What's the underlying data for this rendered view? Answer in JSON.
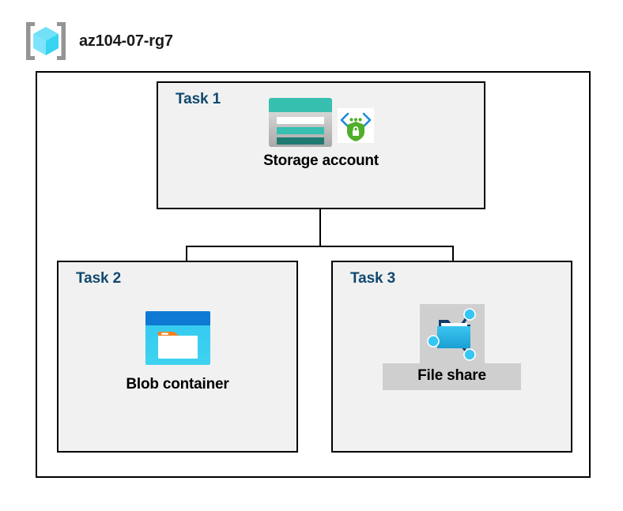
{
  "header": {
    "icon": "resource-group-icon",
    "title": "az104-07-rg7"
  },
  "diagram": {
    "container_label": "resource-group-boundary",
    "tasks": [
      {
        "id": "task-1",
        "label": "Task 1",
        "node_label": "Storage account",
        "icons": [
          "storage-account-icon",
          "secure-transfer-shield-icon"
        ]
      },
      {
        "id": "task-2",
        "label": "Task 2",
        "node_label": "Blob container",
        "icons": [
          "blob-container-icon"
        ]
      },
      {
        "id": "task-3",
        "label": "Task 3",
        "node_label": "File share",
        "icons": [
          "file-share-icon"
        ]
      }
    ],
    "connections": [
      {
        "from": "Storage account",
        "to": "Blob container"
      },
      {
        "from": "Storage account",
        "to": "File share"
      }
    ]
  },
  "colors": {
    "task_label": "#10496f",
    "node_label": "#000000",
    "box_fill": "#f1f1f1",
    "box_border": "#000000",
    "highlight_plate": "#cfcfcf",
    "storage_teal": "#37bfb0",
    "storage_teal_dark": "#1f7a72",
    "blob_blue": "#0f7ad4",
    "blob_cyan": "#32c8f0",
    "blob_orange": "#f58220",
    "fileshare_blue": "#34beea",
    "shield_green": "#4fae2a",
    "cube_cyan": "#50e6ff",
    "bracket_gray": "#949494"
  }
}
